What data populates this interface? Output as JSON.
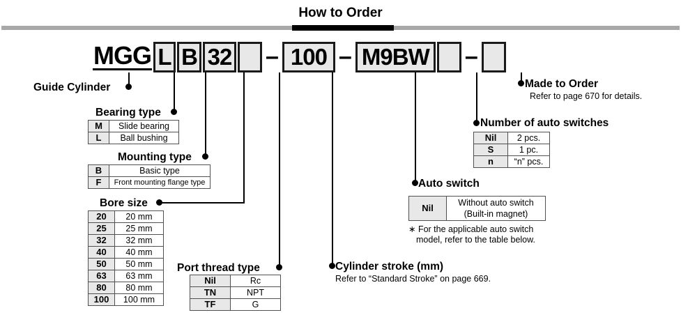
{
  "header": {
    "title": "How to Order"
  },
  "model_number": [
    {
      "text": "MGG",
      "type": "plain"
    },
    {
      "text": "L",
      "type": "box"
    },
    {
      "text": "B",
      "type": "box"
    },
    {
      "text": "32",
      "type": "box"
    },
    {
      "text": "",
      "type": "box"
    },
    {
      "text": "–",
      "type": "dash"
    },
    {
      "text": "100",
      "type": "box"
    },
    {
      "text": "–",
      "type": "dash"
    },
    {
      "text": "M9BW",
      "type": "box"
    },
    {
      "text": "",
      "type": "box"
    },
    {
      "text": "–",
      "type": "dash"
    },
    {
      "text": "",
      "type": "box"
    }
  ],
  "callouts": {
    "guide_cylinder": {
      "label": "Guide Cylinder"
    },
    "bearing_type": {
      "label": "Bearing type",
      "rows": [
        {
          "key": "M",
          "value": "Slide bearing"
        },
        {
          "key": "L",
          "value": "Ball bushing"
        }
      ]
    },
    "mounting_type": {
      "label": "Mounting type",
      "rows": [
        {
          "key": "B",
          "value": "Basic type"
        },
        {
          "key": "F",
          "value": "Front mounting flange type"
        }
      ]
    },
    "bore_size": {
      "label": "Bore size",
      "rows": [
        {
          "key": "20",
          "value": "20 mm"
        },
        {
          "key": "25",
          "value": "25 mm"
        },
        {
          "key": "32",
          "value": "32 mm"
        },
        {
          "key": "40",
          "value": "40 mm"
        },
        {
          "key": "50",
          "value": "50 mm"
        },
        {
          "key": "63",
          "value": "63 mm"
        },
        {
          "key": "80",
          "value": "80 mm"
        },
        {
          "key": "100",
          "value": "100 mm"
        }
      ]
    },
    "port_thread_type": {
      "label": "Port thread type",
      "rows": [
        {
          "key": "Nil",
          "value": "Rc"
        },
        {
          "key": "TN",
          "value": "NPT"
        },
        {
          "key": "TF",
          "value": "G"
        }
      ]
    },
    "cylinder_stroke": {
      "label": "Cylinder stroke (mm)",
      "note": "Refer to “Standard Stroke” on page 669."
    },
    "auto_switch": {
      "label": "Auto switch",
      "rows": [
        {
          "key": "Nil",
          "value_line1": "Without auto switch",
          "value_line2": "(Built-in magnet)"
        }
      ],
      "footnote_line1": "∗ For the applicable auto switch",
      "footnote_line2": "model, refer to the table below."
    },
    "number_of_auto_switches": {
      "label": "Number of auto switches",
      "rows": [
        {
          "key": "Nil",
          "value": "2 pcs."
        },
        {
          "key": "S",
          "value": "1 pc."
        },
        {
          "key": "n",
          "value": "“n” pcs."
        }
      ]
    },
    "made_to_order": {
      "label": "Made to Order",
      "note": "Refer to page 670 for details."
    }
  },
  "colors": {
    "box_fill": "#e8e8e8",
    "box_border": "#1a1a1a",
    "rule_gray": "#a8a8a8",
    "rule_black": "#000000"
  }
}
